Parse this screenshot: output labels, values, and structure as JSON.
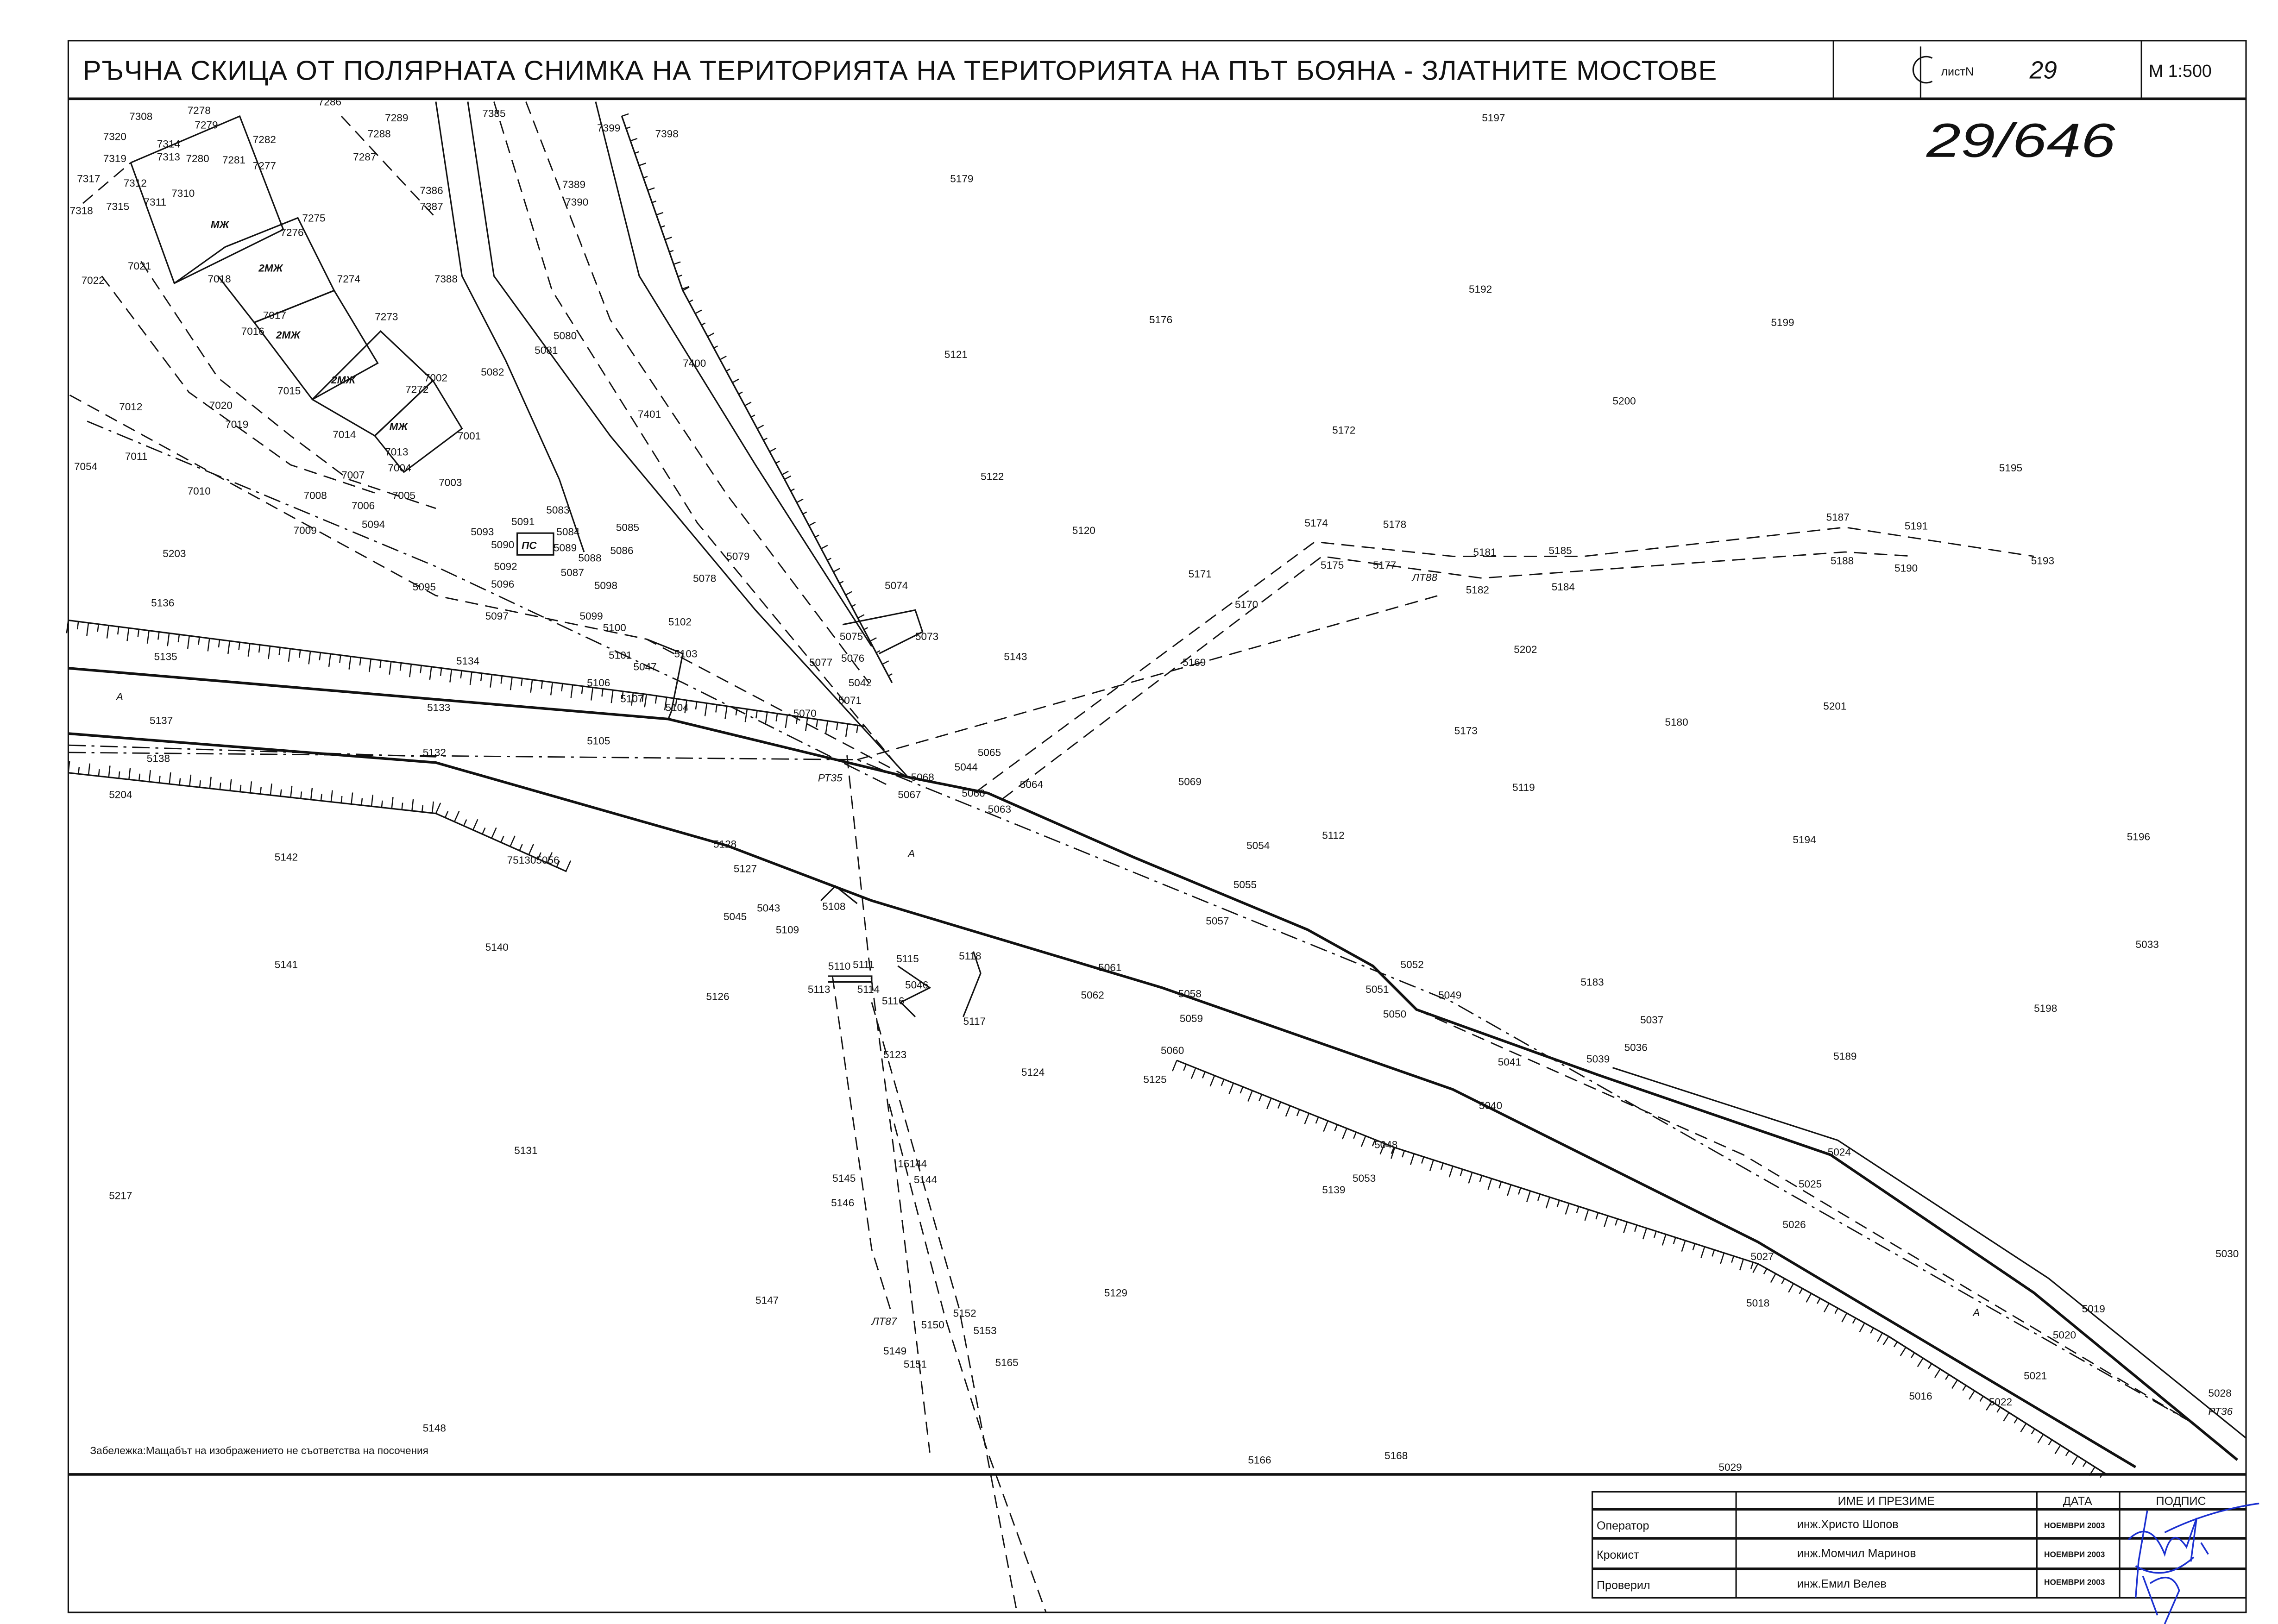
{
  "title": "РЪЧНА СКИЦА ОТ ПОЛЯРНАТА СНИМКА НА ТЕРИТОРИЯТА НА ТЕРИТОРИЯТА НА ПЪТ БОЯНА - ЗЛАТНИТЕ МОСТОВЕ",
  "sheet": {
    "label": "листN",
    "number": "29"
  },
  "scale": "М 1:500",
  "handwritten_number": "29/646",
  "note": "Забележка:Мащабът на изображението не съответства на посочения",
  "buildings": [
    "МЖ",
    "2МЖ",
    "2МЖ",
    "2МЖ",
    "МЖ",
    "ПС"
  ],
  "stations": [
    "ЛТ88",
    "РТ35",
    "ЛТ87",
    "РТ36"
  ],
  "area_marks": [
    "А",
    "А",
    "А"
  ],
  "points": [
    "7308",
    "7278",
    "7279",
    "7320",
    "7314",
    "7282",
    "7289",
    "7288",
    "7286",
    "7385",
    "7399",
    "7398",
    "5197",
    "7319",
    "7313",
    "7280",
    "7281",
    "7277",
    "7287",
    "7317",
    "7312",
    "7310",
    "7386",
    "7387",
    "7389",
    "7390",
    "5179",
    "7318",
    "7315",
    "7311",
    "7275",
    "7276",
    "7021",
    "7022",
    "7018",
    "7274",
    "7388",
    "5176",
    "5192",
    "5199",
    "7017",
    "7016",
    "7273",
    "5080",
    "5081",
    "5121",
    "7400",
    "5082",
    "7002",
    "7272",
    "5200",
    "7012",
    "7020",
    "7019",
    "7015",
    "7014",
    "7001",
    "7401",
    "5172",
    "5195",
    "7054",
    "7011",
    "7013",
    "7004",
    "7003",
    "7007",
    "7010",
    "7008",
    "7006",
    "7005",
    "5122",
    "7009",
    "5094",
    "5093",
    "5091",
    "5083",
    "5084",
    "5085",
    "5174",
    "5178",
    "5187",
    "5191",
    "5120",
    "5203",
    "5090",
    "5089",
    "5086",
    "5088",
    "5092",
    "5087",
    "5079",
    "5181",
    "5185",
    "5175",
    "5177",
    "5188",
    "5190",
    "5193",
    "5171",
    "5095",
    "5096",
    "5098",
    "5078",
    "5074",
    "5182",
    "5184",
    "5170",
    "5136",
    "5097",
    "5099",
    "5102",
    "5100",
    "5075",
    "5073",
    "5143",
    "5202",
    "5135",
    "5134",
    "5101",
    "5103",
    "5076",
    "5077",
    "5047",
    "5169",
    "5106",
    "5042",
    "5107",
    "5071",
    "5137",
    "5133",
    "5104",
    "5070",
    "5180",
    "5173",
    "5201",
    "5105",
    "5065",
    "5138",
    "5132",
    "5044",
    "5068",
    "5064",
    "5069",
    "5119",
    "5066",
    "5067",
    "5063",
    "5204",
    "5128",
    "5112",
    "5194",
    "5196",
    "5054",
    "5142",
    "75130",
    "5056",
    "5127",
    "5055",
    "5043",
    "5108",
    "5045",
    "5109",
    "5057",
    "5033",
    "5140",
    "5118",
    "5115",
    "5111",
    "5110",
    "5061",
    "5052",
    "5141",
    "5113",
    "5114",
    "5046",
    "5116",
    "5062",
    "5058",
    "5051",
    "5049",
    "5183",
    "5198",
    "5126",
    "5117",
    "5050",
    "5059",
    "5037",
    "5060",
    "5123",
    "5036",
    "5041",
    "5039",
    "5189",
    "5124",
    "5125",
    "5040",
    "5131",
    "5048",
    "5024",
    "5053",
    "15144",
    "5144",
    "5145",
    "5139",
    "5025",
    "5217",
    "5146",
    "5026",
    "5027",
    "5030",
    "5129",
    "5147",
    "5018",
    "5019",
    "5152",
    "5150",
    "5153",
    "5020",
    "5149",
    "5151",
    "5165",
    "5021",
    "5016",
    "5022",
    "5028",
    "5148",
    "5166",
    "5168",
    "5029"
  ],
  "signoff_table": {
    "headers": [
      "",
      "ИМЕ И ПРЕЗИМЕ",
      "ДАТА",
      "ПОДПИС"
    ],
    "rows": [
      {
        "role": "Оператор",
        "name": "инж.Христо Шопов",
        "date": "НОЕМВРИ 2003"
      },
      {
        "role": "Крокист",
        "name": "инж.Момчил Маринов",
        "date": "НОЕМВРИ 2003"
      },
      {
        "role": "Проверил",
        "name": "инж.Емил Велев",
        "date": "НОЕМВРИ 2003"
      }
    ]
  }
}
